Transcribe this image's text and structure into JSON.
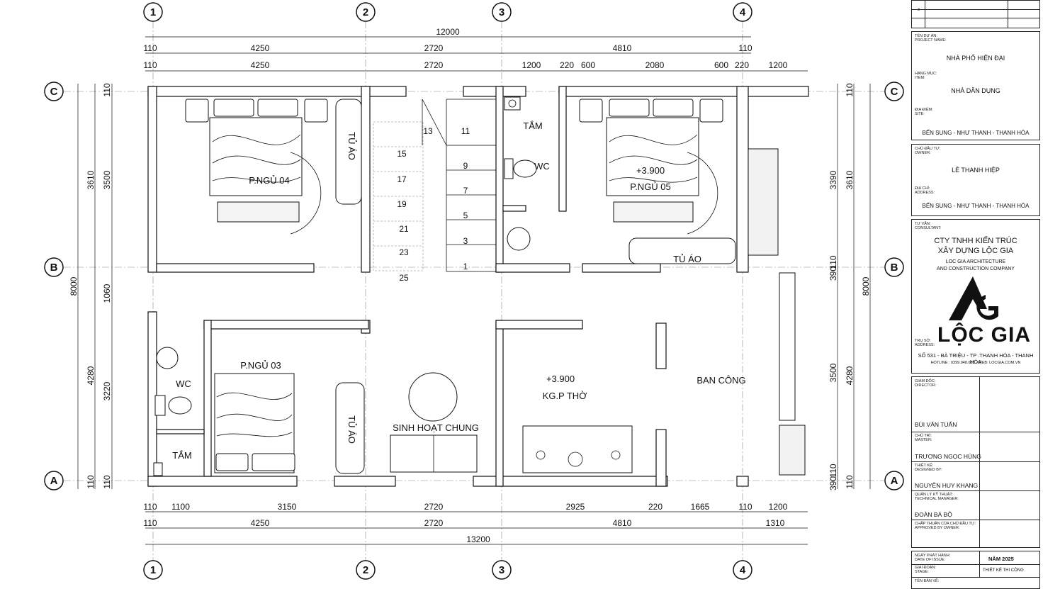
{
  "grid": {
    "cols": [
      "1",
      "2",
      "3",
      "4"
    ],
    "rows": [
      "C",
      "B",
      "A"
    ]
  },
  "dims": {
    "top_total": "12000",
    "top_row1": [
      "110",
      "4250",
      "2720",
      "4810",
      "110"
    ],
    "top_row2": [
      "110",
      "4250",
      "2720",
      "1200",
      "220",
      "600",
      "2080",
      "600",
      "220",
      "1200"
    ],
    "bottom_row1": [
      "110",
      "1100",
      "3150",
      "2720",
      "2925",
      "220",
      "1665",
      "110",
      "1200"
    ],
    "bottom_row2": [
      "110",
      "4250",
      "2720",
      "4810",
      "1310"
    ],
    "bottom_total": "13200",
    "left_outer": "8000",
    "left_mid": [
      "3610",
      "4280"
    ],
    "left_inner": [
      "3500",
      "1060",
      "3220"
    ],
    "left_small": [
      "110",
      "110",
      "110"
    ],
    "right_outer": "8000",
    "right_mid": [
      "3610",
      "4280"
    ],
    "right_inner": [
      "3390",
      "3500"
    ],
    "right_small": [
      "110",
      "390",
      "110",
      "110",
      "390",
      "110"
    ]
  },
  "rooms": {
    "bed04": "P.NGỦ 04",
    "bed05": "P.NGỦ 05",
    "bed03": "P.NGỦ 03",
    "wardrobe": "TỦ ÁO",
    "shower": "TẮM",
    "wc": "WC",
    "living": "SINH HOẠT CHUNG",
    "worship": "KG.P THỜ",
    "balcony": "BAN CÔNG",
    "level": "+3.900"
  },
  "stairs": [
    "13",
    "11",
    "15",
    "9",
    "17",
    "7",
    "19",
    "5",
    "21",
    "3",
    "23",
    "1",
    "25"
  ],
  "title_block": {
    "row3": "3",
    "project_label_vi": "TÊN DỰ ÁN:",
    "project_label_en": "PROJECT NAME:",
    "project": "NHÀ PHỐ HIỆN ĐẠI",
    "item_label_vi": "HẠNG MỤC:",
    "item_label_en": "ITEM:",
    "item": "NHÀ DÂN DỤNG",
    "site_label_vi": "ĐỊA ĐIỂM:",
    "site_label_en": "SITE:",
    "site": "BẾN SUNG - NHƯ THANH - THANH HÓA",
    "owner_label_vi": "CHỦ ĐẦU TƯ:",
    "owner_label_en": "OWNER:",
    "owner": "LÊ THANH HIỆP",
    "address_label_vi": "ĐỊA CHỈ:",
    "address_label_en": "ADDRESS:",
    "address": "BẾN SUNG - NHƯ THANH - THANH HÓA",
    "consultant_label_vi": "TƯ VẤN:",
    "consultant_label_en": "CONSULTANT:",
    "company_vi_1": "CTY TNHH KIẾN TRÚC",
    "company_vi_2": "XÂY DỰNG LỘC GIA",
    "company_en_1": "LOC GIA ARCHITECTURE",
    "company_en_2": "AND CONSTRUCTION COMPANY",
    "brand": "LỘC GIA",
    "office_label_vi": "TRỤ SỞ:",
    "office_label_en": "ADDRESS:",
    "office": "SỐ 531 - BÀ TRIỆU - TP .THANH HÓA - THANH HÓA",
    "hotline": "HOTLINE : 0399.948.668 - WEB: LOCGIA.COM.VN",
    "director_label_vi": "GIÁM ĐỐC:",
    "director_label_en": "DIRECTOR:",
    "director": "BÙI VĂN TUẤN",
    "master_label_vi": "CHỦ TRÌ:",
    "master_label_en": "MASTER:",
    "master": "TRƯƠNG NGỌC HÙNG",
    "designer_label_vi": "THIẾT KẾ:",
    "designer_label_en": "DESIGNED BY:",
    "designer": "NGUYỄN HUY KHANG",
    "tech_label_vi": "QUẢN LÝ KỸ THUẬT:",
    "tech_label_en": "TECHNICAL MANAGER:",
    "tech": "ĐOÀN BÁ BỘ",
    "approve_label_vi": "CHẤP THUẬN CỦA CHỦ ĐẦU TƯ:",
    "approve_label_en": "APPROVED BY OWNER:",
    "date_label_vi": "NGÀY PHÁT HÀNH:",
    "date_label_en": "DATE OF ISSUE:",
    "date": "NĂM 2025",
    "stage_label_vi": "GIAI ĐOẠN:",
    "stage_label_en": "STAGE:",
    "stage": "THIẾT KẾ THI CÔNG",
    "drawing_label_vi": "TÊN BẢN VẼ:"
  }
}
